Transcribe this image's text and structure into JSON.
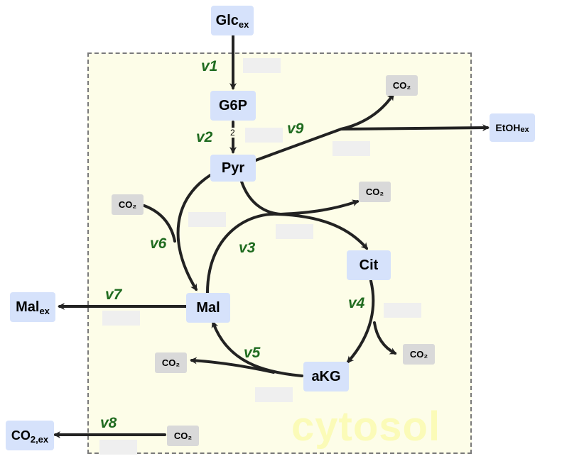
{
  "compartment": {
    "label": "cytosol"
  },
  "metabolites": {
    "glc_ex": {
      "main": "Glc",
      "sub": "ex"
    },
    "g6p": "G6P",
    "pyr": "Pyr",
    "cit": "Cit",
    "akg": "aKG",
    "mal": "Mal",
    "mal_ex": {
      "main": "Mal",
      "sub": "ex"
    },
    "etoh_ex": {
      "main": "EtOH",
      "sub": "ex"
    },
    "co2_ex": {
      "main": "CO",
      "sub": "2,ex"
    }
  },
  "co2_label": "CO₂",
  "fluxes": [
    "v1",
    "v2",
    "v3",
    "v4",
    "v5",
    "v6",
    "v7",
    "v8",
    "v9"
  ],
  "stoichiometry": {
    "v2": "2"
  },
  "colors": {
    "metabolite_fill": "#d6e2fb",
    "co2_fill": "#d9d9d9",
    "flux_label": "#1f6b1f",
    "arrow": "#222222",
    "compartment_fill": "#fdfde8",
    "compartment_border": "#7a7a7a"
  }
}
